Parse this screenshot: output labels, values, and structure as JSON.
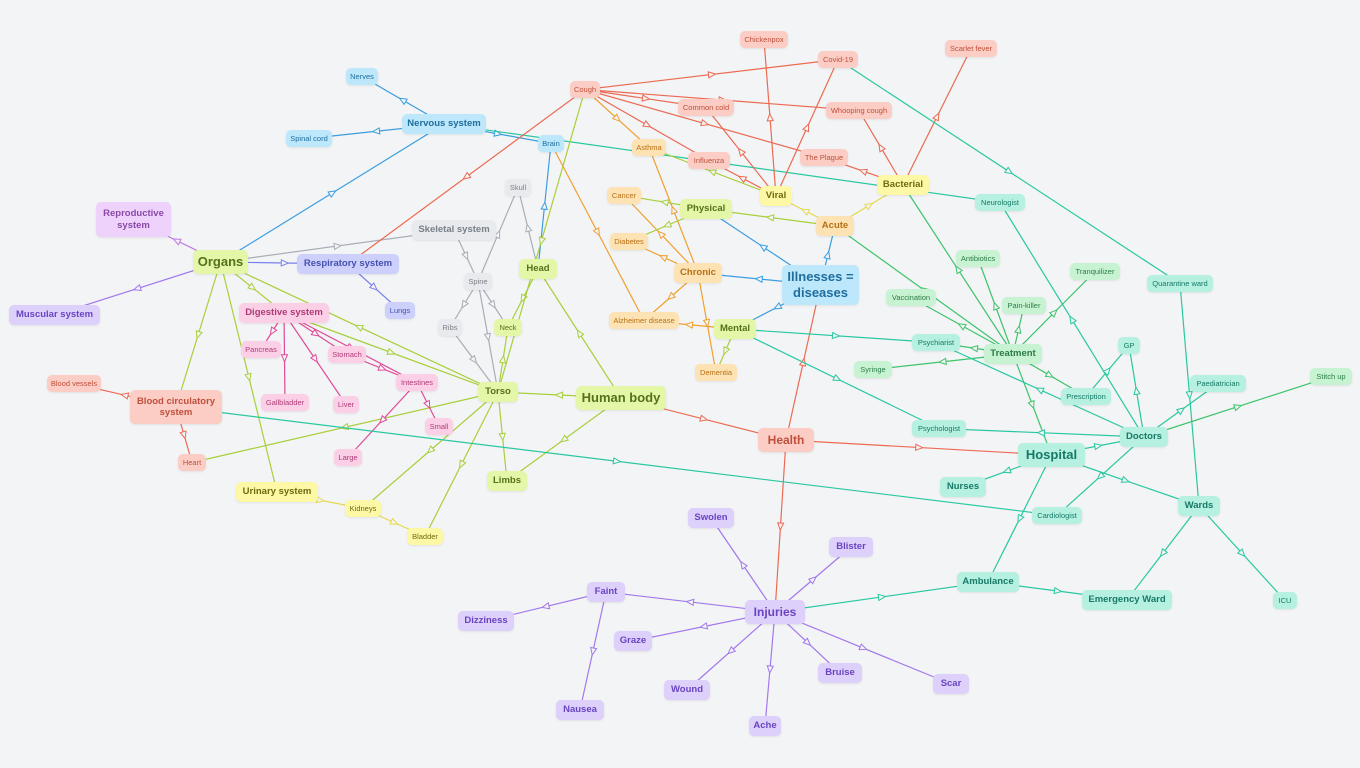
{
  "palette": {
    "red": {
      "fill": "#fbcdc4",
      "text": "#c0503c",
      "line": "#ec6a52"
    },
    "orange": {
      "fill": "#fde3b3",
      "text": "#b86f14",
      "line": "#f0a030"
    },
    "yellow": {
      "fill": "#fdf8a6",
      "text": "#6f6a0e",
      "line": "#e6d84a"
    },
    "lime": {
      "fill": "#e4f6a8",
      "text": "#55711a",
      "line": "#a8cf3a"
    },
    "green": {
      "fill": "#c8f3d3",
      "text": "#2a7c45",
      "line": "#3cc46a"
    },
    "teal": {
      "fill": "#b5f0e0",
      "text": "#177a66",
      "line": "#29c8a0"
    },
    "blue": {
      "fill": "#bde7fb",
      "text": "#1f6e9c",
      "line": "#3a9de0"
    },
    "indigo": {
      "fill": "#ccd0fb",
      "text": "#4650b0",
      "line": "#7a80ec"
    },
    "purple": {
      "fill": "#ddd0fb",
      "text": "#6a44c0",
      "line": "#a278ec"
    },
    "violet": {
      "fill": "#eed2fb",
      "text": "#8a4aa8",
      "line": "#c07ae0"
    },
    "pink": {
      "fill": "#fbd0e6",
      "text": "#b03a78",
      "line": "#e04a98"
    },
    "gray": {
      "fill": "#e8eaed",
      "text": "#7a8088",
      "line": "#a8aeb6"
    }
  },
  "nodes": {
    "human_body": {
      "label": "Human body",
      "color": "lime",
      "size": 3
    },
    "health": {
      "label": "Health",
      "color": "red",
      "size": 2
    },
    "illnesses": {
      "label": "Illnesses = diseases",
      "color": "blue",
      "size": 3
    },
    "injuries": {
      "label": "Injuries",
      "color": "purple",
      "size": 2
    },
    "hospital": {
      "label": "Hospital",
      "color": "teal",
      "size": 3
    },
    "organs": {
      "label": "Organs",
      "color": "lime",
      "size": 3
    },
    "torso": {
      "label": "Torso",
      "color": "lime",
      "size": 1
    },
    "head": {
      "label": "Head",
      "color": "lime",
      "size": 1
    },
    "limbs": {
      "label": "Limbs",
      "color": "lime",
      "size": 1
    },
    "neck": {
      "label": "Neck",
      "color": "lime",
      "size": 0
    },
    "skull": {
      "label": "Skull",
      "color": "gray",
      "size": 0
    },
    "spine": {
      "label": "Spine",
      "color": "gray",
      "size": 0
    },
    "ribs": {
      "label": "Ribs",
      "color": "gray",
      "size": 0
    },
    "skeletal": {
      "label": "Skeletal system",
      "color": "gray",
      "size": 1
    },
    "nervous": {
      "label": "Nervous system",
      "color": "blue",
      "size": 1
    },
    "nerves": {
      "label": "Nerves",
      "color": "blue",
      "size": 0
    },
    "spinal_cord": {
      "label": "Spinal cord",
      "color": "blue",
      "size": 0
    },
    "brain": {
      "label": "Brain",
      "color": "blue",
      "size": 0
    },
    "reproductive": {
      "label": "Reproductive system",
      "color": "violet",
      "size": 1
    },
    "muscular": {
      "label": "Muscular system",
      "color": "purple",
      "size": 1
    },
    "respiratory": {
      "label": "Respiratory system",
      "color": "indigo",
      "size": 1
    },
    "lungs": {
      "label": "Lungs",
      "color": "indigo",
      "size": 0
    },
    "digestive": {
      "label": "Digestive system",
      "color": "pink",
      "size": 1
    },
    "pancreas": {
      "label": "Pancreas",
      "color": "pink",
      "size": 0
    },
    "stomach": {
      "label": "Stomach",
      "color": "pink",
      "size": 0
    },
    "intestines": {
      "label": "Intestines",
      "color": "pink",
      "size": 0
    },
    "gallbladder": {
      "label": "Gallbladder",
      "color": "pink",
      "size": 0
    },
    "liver": {
      "label": "Liver",
      "color": "pink",
      "size": 0
    },
    "small": {
      "label": "Small",
      "color": "pink",
      "size": 0
    },
    "large": {
      "label": "Large",
      "color": "pink",
      "size": 0
    },
    "circulatory": {
      "label": "Blood circulatory system",
      "color": "red",
      "size": 1
    },
    "blood_vessels": {
      "label": "Blood vessels",
      "color": "red",
      "size": 0
    },
    "heart": {
      "label": "Heart",
      "color": "red",
      "size": 0
    },
    "urinary": {
      "label": "Urinary system",
      "color": "yellow",
      "size": 1
    },
    "kidneys": {
      "label": "Kidneys",
      "color": "yellow",
      "size": 0
    },
    "bladder": {
      "label": "Bladder",
      "color": "yellow",
      "size": 0
    },
    "cough": {
      "label": "Cough",
      "color": "red",
      "size": 0
    },
    "chickenpox": {
      "label": "Chickenpox",
      "color": "red",
      "size": 0
    },
    "covid": {
      "label": "Covid-19",
      "color": "red",
      "size": 0
    },
    "scarlet": {
      "label": "Scarlet fever",
      "color": "red",
      "size": 0
    },
    "common_cold": {
      "label": "Common cold",
      "color": "red",
      "size": 0
    },
    "whooping": {
      "label": "Whooping cough",
      "color": "red",
      "size": 0
    },
    "influenza": {
      "label": "Influenza",
      "color": "red",
      "size": 0
    },
    "plague": {
      "label": "The Plague",
      "color": "red",
      "size": 0
    },
    "asthma": {
      "label": "Asthma",
      "color": "orange",
      "size": 0
    },
    "cancer": {
      "label": "Cancer",
      "color": "orange",
      "size": 0
    },
    "diabetes": {
      "label": "Diabetes",
      "color": "orange",
      "size": 0
    },
    "alzheimer": {
      "label": "Alzheimer disease",
      "color": "orange",
      "size": 0
    },
    "dementia": {
      "label": "Dementia",
      "color": "orange",
      "size": 0
    },
    "chronic": {
      "label": "Chronic",
      "color": "orange",
      "size": 1
    },
    "acute": {
      "label": "Acute",
      "color": "orange",
      "size": 1
    },
    "viral": {
      "label": "Viral",
      "color": "yellow",
      "size": 1
    },
    "bacterial": {
      "label": "Bacterial",
      "color": "yellow",
      "size": 1
    },
    "physical": {
      "label": "Physical",
      "color": "lime",
      "size": 1
    },
    "mental": {
      "label": "Mental",
      "color": "lime",
      "size": 1
    },
    "treatment": {
      "label": "Treatment",
      "color": "green",
      "size": 1
    },
    "antibiotics": {
      "label": "Antibiotics",
      "color": "green",
      "size": 0
    },
    "tranquilizer": {
      "label": "Tranquilizer",
      "color": "green",
      "size": 0
    },
    "painkiller": {
      "label": "Pain-killer",
      "color": "green",
      "size": 0
    },
    "vaccination": {
      "label": "Vaccination",
      "color": "green",
      "size": 0
    },
    "syringe": {
      "label": "Syringe",
      "color": "green",
      "size": 0
    },
    "neurologist": {
      "label": "Neurologist",
      "color": "teal",
      "size": 0
    },
    "quarantine": {
      "label": "Quarantine ward",
      "color": "teal",
      "size": 0
    },
    "psychiatrist": {
      "label": "Psychiarist",
      "color": "teal",
      "size": 0
    },
    "gp": {
      "label": "GP",
      "color": "teal",
      "size": 0
    },
    "prescription": {
      "label": "Prescription",
      "color": "teal",
      "size": 0
    },
    "paediatrician": {
      "label": "Paediatrician",
      "color": "teal",
      "size": 0
    },
    "stitch": {
      "label": "Stitch up",
      "color": "green",
      "size": 0
    },
    "psychologist": {
      "label": "Psychologist",
      "color": "teal",
      "size": 0
    },
    "doctors": {
      "label": "Doctors",
      "color": "teal",
      "size": 1
    },
    "nurses": {
      "label": "Nurses",
      "color": "teal",
      "size": 1
    },
    "cardiologist": {
      "label": "Cardiologist",
      "color": "teal",
      "size": 0
    },
    "wards": {
      "label": "Wards",
      "color": "teal",
      "size": 1
    },
    "icu": {
      "label": "ICU",
      "color": "teal",
      "size": 0
    },
    "ambulance": {
      "label": "Ambulance",
      "color": "teal",
      "size": 1
    },
    "emergency": {
      "label": "Emergency Ward",
      "color": "teal",
      "size": 1
    },
    "swolen": {
      "label": "Swolen",
      "color": "purple",
      "size": 1
    },
    "blister": {
      "label": "Blister",
      "color": "purple",
      "size": 1
    },
    "faint": {
      "label": "Faint",
      "color": "purple",
      "size": 1
    },
    "dizziness": {
      "label": "Dizziness",
      "color": "purple",
      "size": 1
    },
    "graze": {
      "label": "Graze",
      "color": "purple",
      "size": 1
    },
    "wound": {
      "label": "Wound",
      "color": "purple",
      "size": 1
    },
    "bruise": {
      "label": "Bruise",
      "color": "purple",
      "size": 1
    },
    "scar": {
      "label": "Scar",
      "color": "purple",
      "size": 1
    },
    "ache": {
      "label": "Ache",
      "color": "purple",
      "size": 1
    },
    "nausea": {
      "label": "Nausea",
      "color": "purple",
      "size": 1
    }
  },
  "edges": [
    [
      "human_body",
      "health",
      "red"
    ],
    [
      "health",
      "illnesses",
      "red"
    ],
    [
      "health",
      "injuries",
      "red"
    ],
    [
      "health",
      "hospital",
      "red"
    ],
    [
      "human_body",
      "torso",
      "lime"
    ],
    [
      "human_body",
      "head",
      "lime"
    ],
    [
      "human_body",
      "limbs",
      "lime"
    ],
    [
      "torso",
      "neck",
      "lime"
    ],
    [
      "torso",
      "organs",
      "lime"
    ],
    [
      "torso",
      "heart",
      "lime"
    ],
    [
      "torso",
      "kidneys",
      "lime"
    ],
    [
      "torso",
      "bladder",
      "lime"
    ],
    [
      "torso",
      "limbs",
      "lime"
    ],
    [
      "head",
      "neck",
      "lime"
    ],
    [
      "head",
      "brain",
      "blue"
    ],
    [
      "head",
      "skull",
      "gray"
    ],
    [
      "spine",
      "skull",
      "gray"
    ],
    [
      "spine",
      "neck",
      "gray"
    ],
    [
      "spine",
      "torso",
      "gray"
    ],
    [
      "spine",
      "ribs",
      "gray"
    ],
    [
      "skeletal",
      "spine",
      "gray"
    ],
    [
      "ribs",
      "torso",
      "gray"
    ],
    [
      "organs",
      "skeletal",
      "gray"
    ],
    [
      "organs",
      "nervous",
      "blue"
    ],
    [
      "organs",
      "reproductive",
      "violet"
    ],
    [
      "organs",
      "muscular",
      "purple"
    ],
    [
      "organs",
      "respiratory",
      "indigo"
    ],
    [
      "organs",
      "digestive",
      "lime"
    ],
    [
      "organs",
      "circulatory",
      "lime"
    ],
    [
      "organs",
      "urinary",
      "lime"
    ],
    [
      "nervous",
      "nerves",
      "blue"
    ],
    [
      "nervous",
      "spinal_cord",
      "blue"
    ],
    [
      "nervous",
      "brain",
      "blue"
    ],
    [
      "nervous",
      "neurologist",
      "teal"
    ],
    [
      "respiratory",
      "lungs",
      "indigo"
    ],
    [
      "cough",
      "respiratory",
      "red"
    ],
    [
      "cough",
      "torso",
      "lime"
    ],
    [
      "digestive",
      "pancreas",
      "pink"
    ],
    [
      "digestive",
      "stomach",
      "pink"
    ],
    [
      "digestive",
      "intestines",
      "pink"
    ],
    [
      "digestive",
      "gallbladder",
      "pink"
    ],
    [
      "digestive",
      "liver",
      "pink"
    ],
    [
      "digestive",
      "torso",
      "lime"
    ],
    [
      "intestines",
      "small",
      "pink"
    ],
    [
      "intestines",
      "large",
      "pink"
    ],
    [
      "stomach",
      "intestines",
      "pink"
    ],
    [
      "circulatory",
      "blood_vessels",
      "red"
    ],
    [
      "circulatory",
      "heart",
      "red"
    ],
    [
      "circulatory",
      "cardiologist",
      "teal"
    ],
    [
      "urinary",
      "kidneys",
      "yellow"
    ],
    [
      "kidneys",
      "bladder",
      "yellow"
    ],
    [
      "illnesses",
      "chronic",
      "blue"
    ],
    [
      "illnesses",
      "acute",
      "blue"
    ],
    [
      "illnesses",
      "physical",
      "blue"
    ],
    [
      "illnesses",
      "mental",
      "blue"
    ],
    [
      "acute",
      "viral",
      "yellow"
    ],
    [
      "acute",
      "bacterial",
      "yellow"
    ],
    [
      "acute",
      "physical",
      "lime"
    ],
    [
      "viral",
      "chickenpox",
      "red"
    ],
    [
      "viral",
      "covid",
      "red"
    ],
    [
      "viral",
      "common_cold",
      "red"
    ],
    [
      "viral",
      "influenza",
      "red"
    ],
    [
      "viral",
      "asthma",
      "lime"
    ],
    [
      "bacterial",
      "scarlet",
      "red"
    ],
    [
      "bacterial",
      "whooping",
      "red"
    ],
    [
      "bacterial",
      "plague",
      "red"
    ],
    [
      "cough",
      "covid",
      "red"
    ],
    [
      "cough",
      "common_cold",
      "red"
    ],
    [
      "cough",
      "whooping",
      "red"
    ],
    [
      "cough",
      "influenza",
      "red"
    ],
    [
      "cough",
      "plague",
      "red"
    ],
    [
      "cough",
      "asthma",
      "orange"
    ],
    [
      "chronic",
      "asthma",
      "orange"
    ],
    [
      "chronic",
      "diabetes",
      "orange"
    ],
    [
      "chronic",
      "alzheimer",
      "orange"
    ],
    [
      "chronic",
      "dementia",
      "orange"
    ],
    [
      "chronic",
      "cancer",
      "orange"
    ],
    [
      "physical",
      "cancer",
      "lime"
    ],
    [
      "physical",
      "diabetes",
      "lime"
    ],
    [
      "mental",
      "dementia",
      "lime"
    ],
    [
      "mental",
      "alzheimer",
      "orange"
    ],
    [
      "brain",
      "alzheimer",
      "orange"
    ],
    [
      "mental",
      "psychiatrist",
      "teal"
    ],
    [
      "mental",
      "psychologist",
      "teal"
    ],
    [
      "treatment",
      "antibiotics",
      "green"
    ],
    [
      "treatment",
      "tranquilizer",
      "green"
    ],
    [
      "treatment",
      "painkiller",
      "green"
    ],
    [
      "treatment",
      "vaccination",
      "green"
    ],
    [
      "treatment",
      "syringe",
      "green"
    ],
    [
      "treatment",
      "prescription",
      "green"
    ],
    [
      "treatment",
      "hospital",
      "green"
    ],
    [
      "treatment",
      "bacterial",
      "green"
    ],
    [
      "treatment",
      "acute",
      "green"
    ],
    [
      "treatment",
      "psychiatrist",
      "green"
    ],
    [
      "covid",
      "quarantine",
      "teal"
    ],
    [
      "quarantine",
      "wards",
      "teal"
    ],
    [
      "doctors",
      "gp",
      "teal"
    ],
    [
      "doctors",
      "neurologist",
      "teal"
    ],
    [
      "doctors",
      "paediatrician",
      "teal"
    ],
    [
      "doctors",
      "psychiatrist",
      "teal"
    ],
    [
      "doctors",
      "psychologist",
      "teal"
    ],
    [
      "doctors",
      "cardiologist",
      "teal"
    ],
    [
      "doctors",
      "stitch",
      "green"
    ],
    [
      "prescription",
      "gp",
      "teal"
    ],
    [
      "hospital",
      "doctors",
      "teal"
    ],
    [
      "hospital",
      "nurses",
      "teal"
    ],
    [
      "hospital",
      "wards",
      "teal"
    ],
    [
      "hospital",
      "ambulance",
      "teal"
    ],
    [
      "wards",
      "icu",
      "teal"
    ],
    [
      "wards",
      "emergency",
      "teal"
    ],
    [
      "ambulance",
      "emergency",
      "teal"
    ],
    [
      "injuries",
      "ambulance",
      "teal"
    ],
    [
      "injuries",
      "swolen",
      "purple"
    ],
    [
      "injuries",
      "blister",
      "purple"
    ],
    [
      "injuries",
      "faint",
      "purple"
    ],
    [
      "injuries",
      "graze",
      "purple"
    ],
    [
      "injuries",
      "wound",
      "purple"
    ],
    [
      "injuries",
      "bruise",
      "purple"
    ],
    [
      "injuries",
      "scar",
      "purple"
    ],
    [
      "injuries",
      "ache",
      "purple"
    ],
    [
      "faint",
      "dizziness",
      "purple"
    ],
    [
      "faint",
      "nausea",
      "purple"
    ]
  ]
}
